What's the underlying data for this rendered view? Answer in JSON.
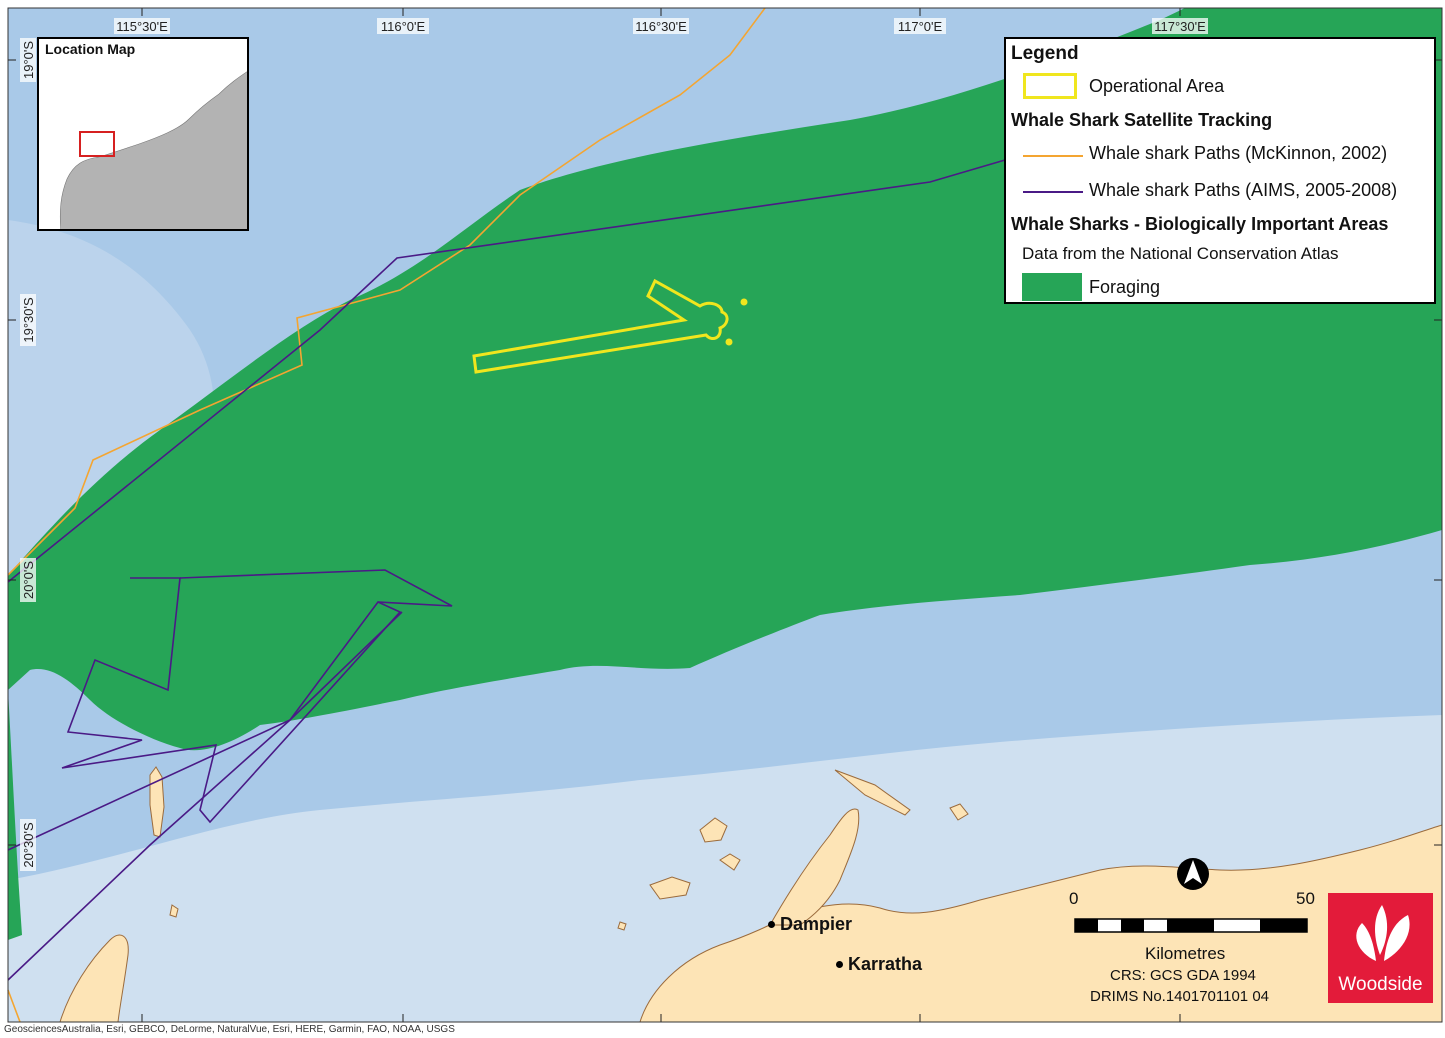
{
  "colors": {
    "sea_light": "#cfe0f0",
    "sea_mid": "#a9c9e8",
    "land": "#fde4b6",
    "coast": "#9b6b3c",
    "foraging": "#26a557",
    "operational_area": "#f0e61e",
    "mckinnon_path": "#f4a531",
    "aims_path": "#4a1a86",
    "logo_red": "#e31b3a",
    "inset_land": "#b3b3b3",
    "inset_sea": "#ffffff",
    "inset_box": "#d62020"
  },
  "grid": {
    "longitudes": [
      "115°30'E",
      "116°0'E",
      "116°30'E",
      "117°0'E",
      "117°30'E"
    ],
    "latitudes": [
      "19°0'S",
      "19°30'S",
      "20°0'S",
      "20°30'S"
    ]
  },
  "inset": {
    "title": "Location Map"
  },
  "legend": {
    "title": "Legend",
    "operational_area": "Operational Area",
    "tracking_heading": "Whale Shark Satellite Tracking",
    "path_mckinnon": "Whale shark Paths (McKinnon, 2002)",
    "path_aims": "Whale shark Paths (AIMS, 2005-2008)",
    "bia_heading": "Whale Sharks -  Biologically Important Areas",
    "bia_note": "Data from the National Conservation Atlas",
    "foraging": "Foraging"
  },
  "places": {
    "dampier": "Dampier",
    "karratha": "Karratha"
  },
  "scale": {
    "start": "0",
    "end": "50",
    "unit": "Kilometres"
  },
  "crs": "CRS: GCS GDA 1994",
  "drims": "DRIMS No.1401701101 04",
  "logo": {
    "text": "Woodside"
  },
  "credits": "GeosciencesAustralia, Esri, GEBCO, DeLorme, NaturalVue, Esri, HERE, Garmin, FAO, NOAA, USGS"
}
